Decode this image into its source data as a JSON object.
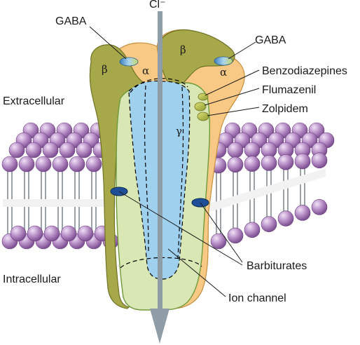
{
  "ion_label": "Cl⁻",
  "regions": {
    "extracellular": "Extracellular",
    "intracellular": "Intracellular"
  },
  "subunits": {
    "beta_left": "β",
    "alpha_left": "α",
    "beta_right": "β",
    "alpha_right": "α",
    "gamma": "γ"
  },
  "labels": {
    "gaba_left": "GABA",
    "gaba_right": "GABA",
    "benzodiazepines": "Benzodiazepines",
    "flumazenil": "Flumazenil",
    "zolpidem": "Zolpidem",
    "barbiturates": "Barbiturates",
    "ion_channel": "Ion channel"
  },
  "colors": {
    "beta_subunit": "#a6a84a",
    "alpha_subunit": "#f7c985",
    "gamma_subunit": "#d9e7b4",
    "channel_pore": "#9fd0ee",
    "arrow": "#8f9ea6",
    "membrane_head": "#b58bc5",
    "barbiturate_site": "#1f4f96",
    "gaba_site": "#7fb4d9"
  }
}
